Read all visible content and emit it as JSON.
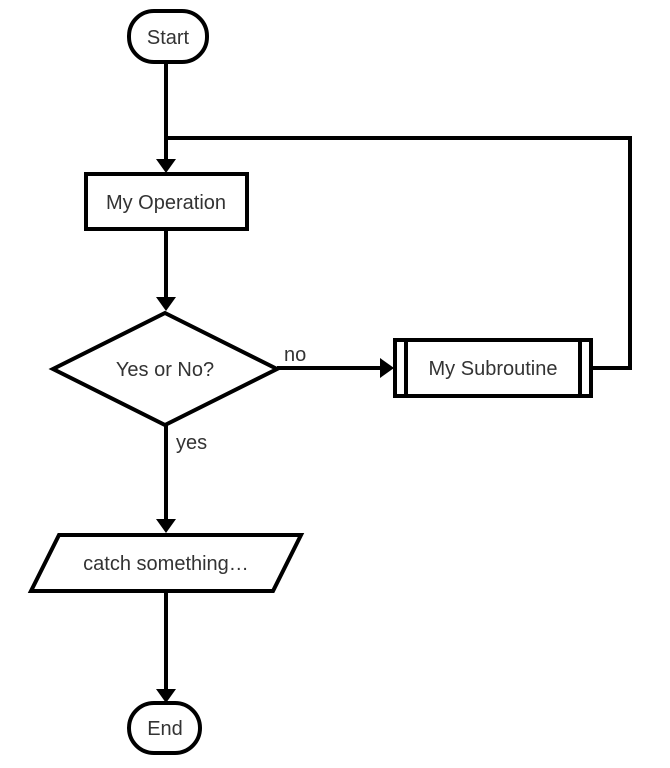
{
  "diagram": {
    "type": "flowchart",
    "colors": {
      "background": "#ffffff",
      "shape_fill": "#ffffff",
      "stroke": "#000000",
      "text": "#333333"
    },
    "nodes": [
      {
        "id": "start",
        "shape": "terminator",
        "label": "Start"
      },
      {
        "id": "my-operation",
        "shape": "process",
        "label": "My Operation"
      },
      {
        "id": "decision",
        "shape": "decision",
        "label": "Yes or No?"
      },
      {
        "id": "my-subroutine",
        "shape": "predefined-process",
        "label": "My Subroutine"
      },
      {
        "id": "catch-something",
        "shape": "input-output",
        "label": "catch something…"
      },
      {
        "id": "end",
        "shape": "terminator",
        "label": "End"
      }
    ],
    "edges": [
      {
        "from": "start",
        "to": "my-operation",
        "label": ""
      },
      {
        "from": "my-operation",
        "to": "decision",
        "label": ""
      },
      {
        "from": "decision",
        "to": "my-subroutine",
        "label": "no"
      },
      {
        "from": "my-subroutine",
        "to": "my-operation",
        "label": ""
      },
      {
        "from": "decision",
        "to": "catch-something",
        "label": "yes"
      },
      {
        "from": "catch-something",
        "to": "end",
        "label": ""
      }
    ]
  }
}
